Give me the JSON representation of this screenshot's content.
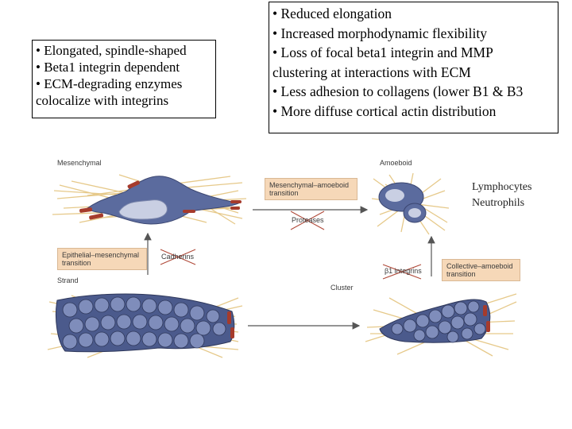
{
  "left_box": {
    "lines": [
      "• Elongated, spindle-shaped",
      "• Beta1 integrin dependent",
      "• ECM-degrading enzymes",
      "colocalize with integrins"
    ]
  },
  "right_box": {
    "lines": [
      "• Reduced elongation",
      "• Increased morphodynamic flexibility",
      "• Loss of focal beta1 integrin and MMP",
      "clustering at interactions with ECM",
      "• Less adhesion to collagens (lower B1 & B3",
      "• More diffuse cortical actin distribution"
    ]
  },
  "diagram": {
    "labels": {
      "mesenchymal": "Mesenchymal",
      "amoeboid": "Amoeboid",
      "strand": "Strand",
      "cluster": "Cluster",
      "proteases": "Proteases",
      "cadherins": "Cadherins",
      "b1_integrins": "β1 integrins"
    },
    "transitions": {
      "mat": [
        "Mesenchymal–amoeboid",
        "transition"
      ],
      "emt": [
        "Epithelial–mesenchymal",
        "transition"
      ],
      "cat": [
        "Collective–amoeboid",
        "transition"
      ]
    },
    "cell_types": [
      "Lymphocytes",
      "Neutrophils"
    ]
  },
  "colors": {
    "cell_fill": "#5b6b9e",
    "nucleus_fill": "#c9cfe3",
    "fiber": "#e6c98a",
    "adhesion": "#a63b2c",
    "tag_fill": "#f6d8b8"
  }
}
